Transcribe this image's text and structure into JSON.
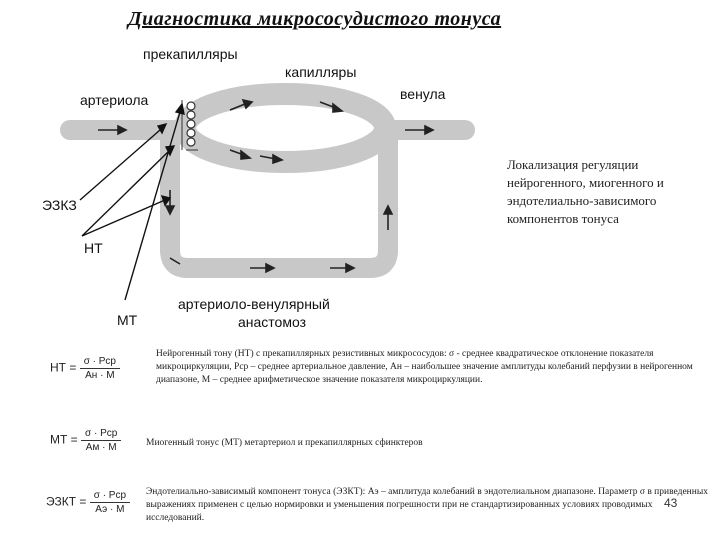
{
  "title": "Диагностика микрососудистого тонуса",
  "diagram": {
    "labels": {
      "precapillaries": "прекапилляры",
      "capillaries": "капилляры",
      "arteriole": "артериола",
      "venule": "венула",
      "ezkz": "ЭЗКЗ",
      "nt": "НТ",
      "mt": "МТ",
      "anastomosis_line1": "артериоло-венулярный",
      "anastomosis_line2": "анастомоз"
    },
    "note": "Локализация регуляции нейрогенного, миогенного и эндотелиально-зависимого компонентов тонуса"
  },
  "formulas": [
    {
      "lhs": "НТ =",
      "numerator": "σ · Pcp",
      "denominator": "Ан · M",
      "description": "Нейрогенный тону (НТ) с прекапиллярных резистивных микрососудов: σ - среднее квадратическое отклонение показателя микроциркуляции, Pср – среднее артериальное давление, Ан – наибольшее значение амплитуды колебаний перфузии в нейрогенном диапазоне, М – среднее арифметическое значение показателя микроциркуляции."
    },
    {
      "lhs": "МТ =",
      "numerator": "σ · Pcp",
      "denominator": "Ам · M",
      "description": "Миогенный тонус (МТ) метартериол и прекапиллярных сфинктеров"
    },
    {
      "lhs": "ЭЗКТ =",
      "numerator": "σ · Pcp",
      "denominator": "Аэ · M",
      "description": "Эндотелиально-зависимый компонент тонуса (ЭЗКТ): Аэ – амплитуда колебаний в эндотелиальном диапазоне. Параметр σ в приведенных выражениях применен с целью нормировки и уменьшения погрешности при не стандартизированных условиях проводимых исследований."
    }
  ],
  "page_number": "43"
}
